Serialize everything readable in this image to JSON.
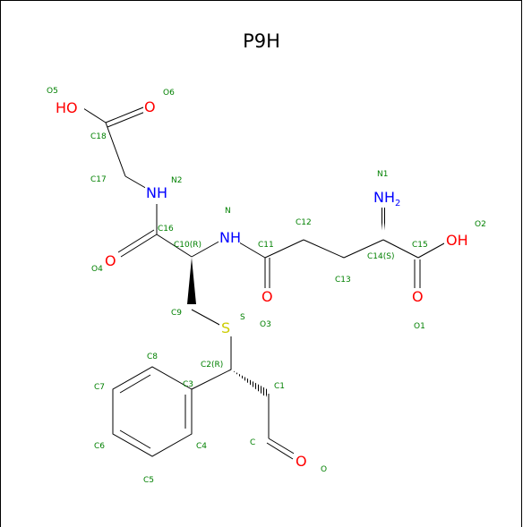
{
  "title": "P9H",
  "atoms": {
    "o5_label": "O5",
    "o6_label": "O6",
    "c18_label": "C18",
    "c17_label": "C17",
    "n2_label": "N2",
    "c16_label": "C16",
    "o4_label": "O4",
    "c10_label": "C10(R)",
    "n_label": "N",
    "c11_label": "C11",
    "c12_label": "C12",
    "c13_label": "C13",
    "c14_label": "C14(S)",
    "c15_label": "C15",
    "n1_label": "N1",
    "o2_label": "O2",
    "o1_label": "O1",
    "o3_label": "O3",
    "c9_label": "C9",
    "s_label": "S",
    "c2_label": "C2(R)",
    "c1_label": "C1",
    "c_label": "C",
    "o_label": "O",
    "c3_label": "C3",
    "c4_label": "C4",
    "c5_label": "C5",
    "c6_label": "C6",
    "c7_label": "C7",
    "c8_label": "C8"
  },
  "symbols": {
    "ho": "HO",
    "o": "O",
    "nh": "NH",
    "nh2_main": "NH",
    "nh2_sub": "2",
    "oh": "OH",
    "s": "S"
  },
  "colors": {
    "oxygen": "#ff0000",
    "nitrogen": "#0000ff",
    "sulfur": "#cccc00",
    "label": "#008000",
    "bond": "#000000"
  }
}
